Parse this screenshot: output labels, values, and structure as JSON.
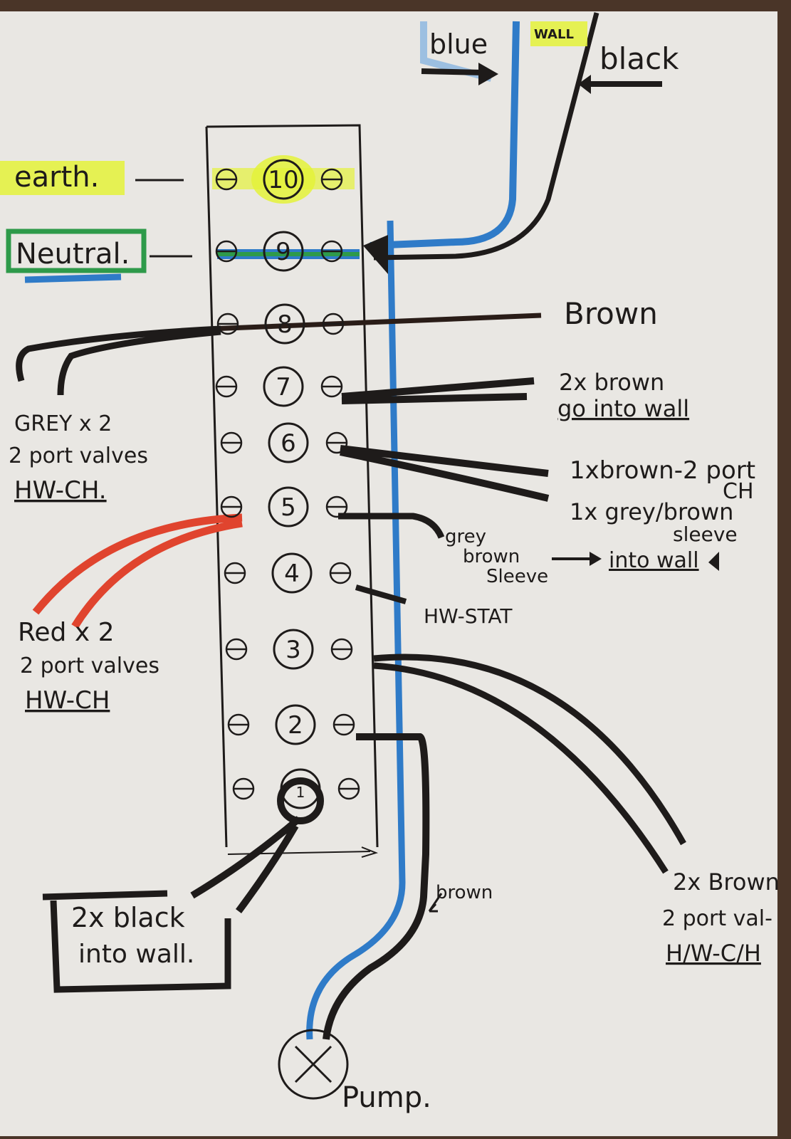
{
  "diagram": {
    "title_hint": "Boiler / wiring centre terminal block diagram",
    "colors": {
      "paper": "#e9e7e3",
      "ink": "#1e1b1a",
      "blue_wire": "#2f7bc8",
      "red_wire": "#e0442e",
      "earth_highlight": "#e4f23a",
      "neutral_highlight": "#2e9a4a",
      "table": "#4a3528"
    },
    "top": {
      "blue_label": "blue",
      "wall_label": "WALL",
      "black_label": "black"
    },
    "terminals": [
      {
        "number": "10",
        "label": "earth",
        "highlight": "yellow"
      },
      {
        "number": "9",
        "label": "Neutral",
        "highlight": "green"
      },
      {
        "number": "8",
        "label": "Brown"
      },
      {
        "number": "7",
        "label": "2x brown go into wall"
      },
      {
        "number": "6",
        "label": "1xbrown-2 port CH / 1x grey/brown sleeve"
      },
      {
        "number": "5",
        "label": "grey brown sleeve"
      },
      {
        "number": "4",
        "label": "HW-STAT"
      },
      {
        "number": "3",
        "label": "2x Brown 2 port val- H/W-C/H"
      },
      {
        "number": "2",
        "label": "Pump brown"
      },
      {
        "number": "1",
        "label": "2x black into wall."
      }
    ],
    "labels": {
      "earth": "earth.",
      "neutral": "Neutral.",
      "brown_8": "Brown",
      "t7_line1": "2x brown",
      "t7_line2": "go into wall",
      "t6_line1": "1xbrown-2 port",
      "t6_line1b": "CH",
      "t6_line2": "1x grey/brown",
      "t6_line3": "sleeve",
      "into_wall": "into wall",
      "t5_line1": "grey",
      "t5_line2": "brown",
      "t5_line3": "Sleeve",
      "hw_stat": "HW-STAT",
      "grey_line1": "GREY x 2",
      "grey_line2": "2 port valves",
      "grey_line3": "HW-CH.",
      "red_line1": "Red x 2",
      "red_line2": "2 port valves",
      "red_line3": "HW-CH",
      "t3_line1": "2x Brown",
      "t3_line2": "2 port val-",
      "t3_line3": "H/W-C/H",
      "black_line1": "2x black",
      "black_line2": "into wall.",
      "brown_pump": "brown",
      "pump": "Pump."
    }
  }
}
